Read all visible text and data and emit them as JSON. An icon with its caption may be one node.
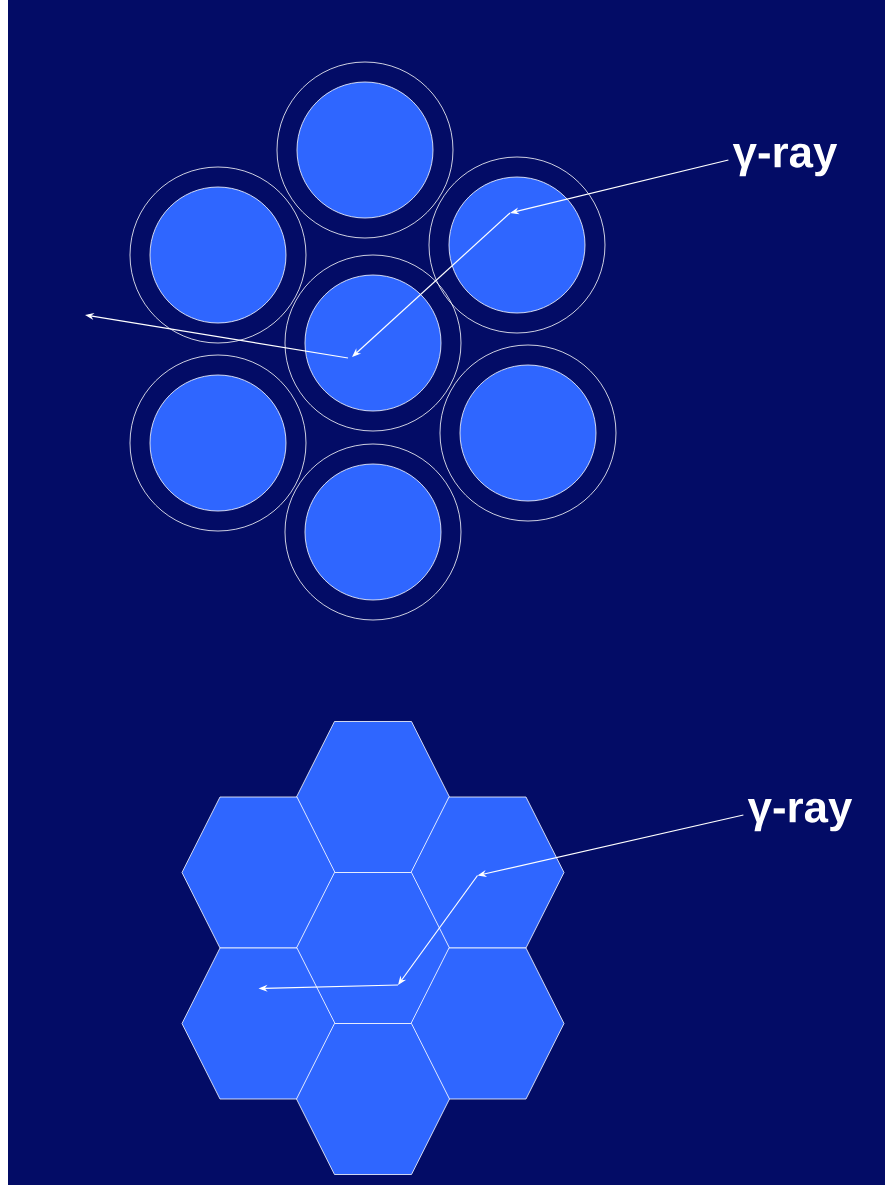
{
  "diagram": {
    "nodes": [
      {
        "text": [
          "γ-ray"
        ]
      },
      {
        "text": [],
        "shape": "circle"
      },
      {
        "text": [],
        "shape": "circle"
      },
      {
        "text": [],
        "shape": "circle"
      },
      {
        "text": [],
        "shape": "circle"
      },
      {
        "text": [],
        "shape": "circle"
      },
      {
        "text": [],
        "shape": "circle"
      },
      {
        "text": [],
        "shape": "circle"
      },
      {
        "text": [
          "γ-ray"
        ]
      },
      {
        "text": [],
        "shape": "hexagon"
      },
      {
        "text": [],
        "shape": "hexagon"
      },
      {
        "text": [],
        "shape": "hexagon"
      },
      {
        "text": [],
        "shape": "hexagon"
      },
      {
        "text": [],
        "shape": "hexagon"
      },
      {
        "text": [],
        "shape": "hexagon"
      },
      {
        "text": [],
        "shape": "hexagon"
      }
    ],
    "edges": [
      {
        "from": 0,
        "to": 3,
        "arrow": "to"
      },
      {
        "from": 3,
        "to": 4,
        "arrow": "to"
      },
      {
        "from": 4,
        "to": null,
        "arrow": "to"
      },
      {
        "from": 8,
        "to": 11,
        "arrow": "to"
      },
      {
        "from": 11,
        "to": 12,
        "arrow": "to"
      },
      {
        "from": 12,
        "to": 13,
        "arrow": "to"
      }
    ]
  }
}
